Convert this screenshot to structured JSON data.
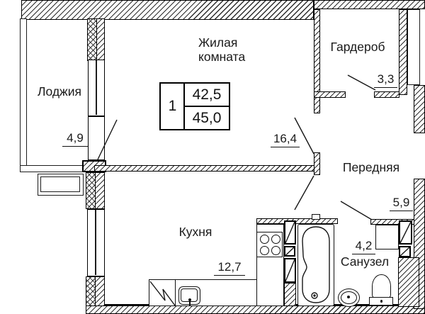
{
  "plan": {
    "summary_box": {
      "rooms_count": "1",
      "living_area": "42,5",
      "total_area": "45,0"
    },
    "rooms": {
      "living": {
        "name_line1": "Жилая",
        "name_line2": "комната",
        "area": "16,4"
      },
      "loggia": {
        "name": "Лоджия",
        "area": "4,9"
      },
      "wardrobe": {
        "name": "Гардероб",
        "area": "3,3"
      },
      "hallway": {
        "name": "Передняя",
        "area": "5,9"
      },
      "kitchen": {
        "name": "Кухня",
        "area": "12,7"
      },
      "bathroom": {
        "name": "Санузел",
        "area": "4,2"
      }
    }
  }
}
